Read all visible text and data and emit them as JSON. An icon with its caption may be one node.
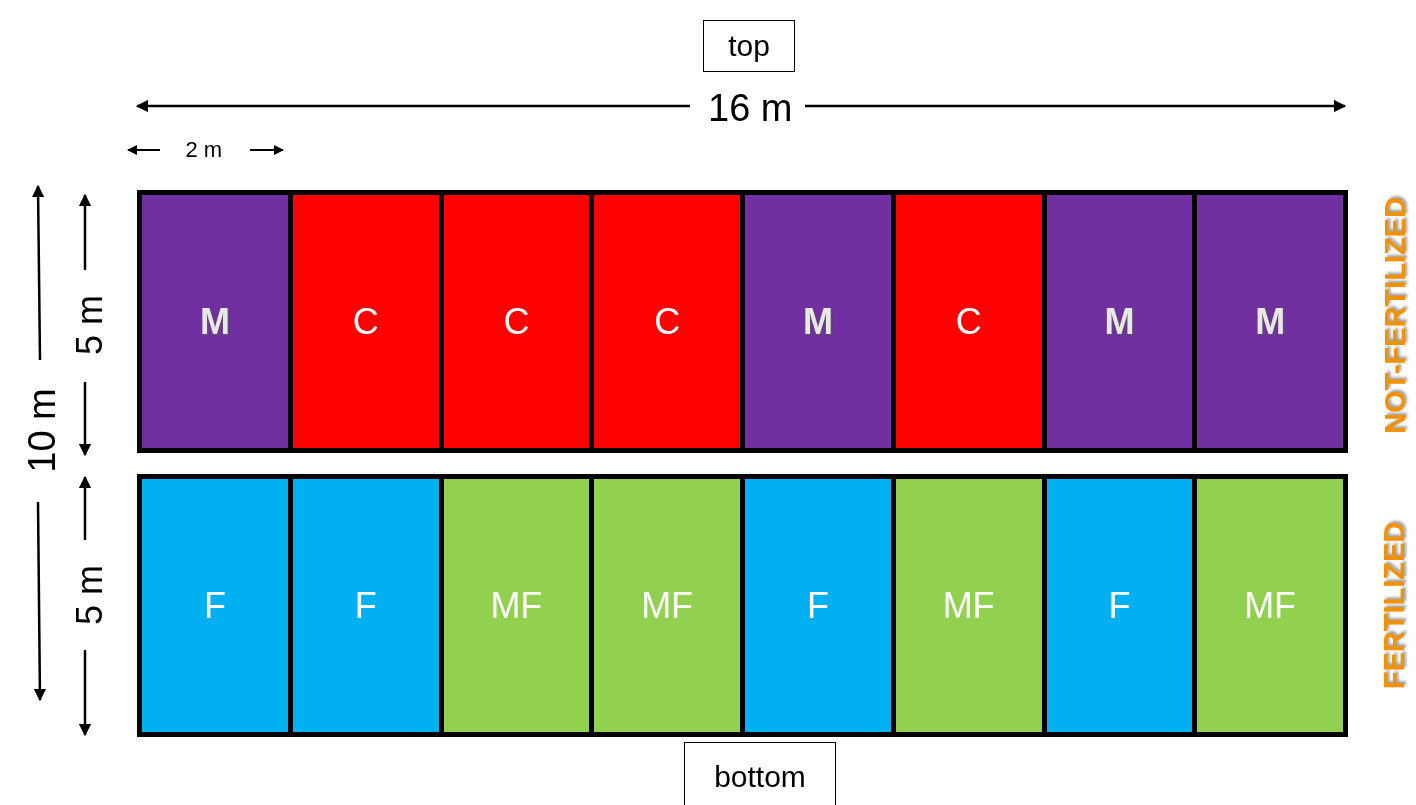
{
  "diagram": {
    "nodes": [
      {
        "text": [
          "top"
        ]
      },
      {
        "text": [],
        "shape": "box",
        "beside": [
          "NOT-FERTILIZED"
        ]
      },
      {
        "text": [
          "M"
        ],
        "in": 1
      },
      {
        "text": [
          "C"
        ],
        "in": 1
      },
      {
        "text": [
          "C"
        ],
        "in": 1
      },
      {
        "text": [
          "C"
        ],
        "in": 1
      },
      {
        "text": [
          "M"
        ],
        "in": 1
      },
      {
        "text": [
          "C"
        ],
        "in": 1
      },
      {
        "text": [
          "M"
        ],
        "in": 1
      },
      {
        "text": [
          "M"
        ],
        "in": 1
      },
      {
        "text": [],
        "shape": "box",
        "beside": [
          "FERTILIZED"
        ]
      },
      {
        "text": [
          "F"
        ],
        "in": 10
      },
      {
        "text": [
          "F"
        ],
        "in": 10
      },
      {
        "text": [
          "MF"
        ],
        "in": 10
      },
      {
        "text": [
          "MF"
        ],
        "in": 10
      },
      {
        "text": [
          "F"
        ],
        "in": 10
      },
      {
        "text": [
          "MF"
        ],
        "in": 10
      },
      {
        "text": [
          "F"
        ],
        "in": 10
      },
      {
        "text": [
          "MF"
        ],
        "in": 10
      },
      {
        "text": [
          "bottom"
        ]
      }
    ],
    "labels": [
      "16 m",
      "2 m",
      "10 m",
      "5 m",
      "5 m"
    ]
  }
}
